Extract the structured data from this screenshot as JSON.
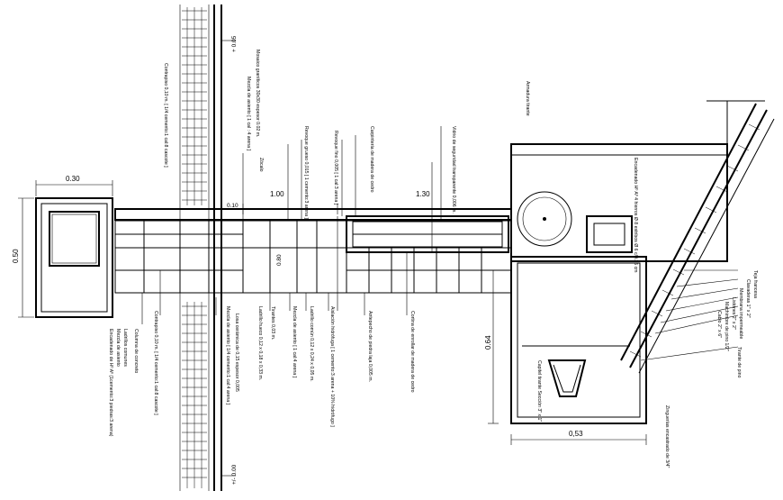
{
  "dimensions": {
    "d030": "0.30",
    "d050": "0.50",
    "d010": "0.10",
    "d100": "1.00",
    "d130": "1.30",
    "d064": "0.64",
    "d053": "0,53",
    "d080": "0.80"
  },
  "levels": {
    "top": "+ 0.05",
    "bottom": "+/- 0.00"
  },
  "notes_left": [
    "Columna de concreto",
    "Ladrillos comunes",
    "Mezcla de asiento",
    "Encadenado de Hº Aº (1cemento:3 piedras:3 arena)",
    "Contrapiso 0,10 m. [ 1/4 cemento:1 cal:8 cascote ]"
  ],
  "notes_wall": [
    "Mosaico graníticos 30x30 espesor 0.02 m.",
    "Mezcla de asiento [ 1 cal : 4 arena ]",
    "Contrapiso 0,10 m. [ 1/4 cemento:1 cal:8 cascote ]",
    "Zócalo",
    "Revoque grueso 0,015 [ 1 cemento:3 arena ]",
    "Revoque fino 0,005 [ 1 cal:3 arena ]",
    "Carpintería de madera de cedro",
    "Vidrio de seguridad transparente 0,006 m."
  ],
  "notes_bottom": [
    "Losa cerámica de 0,15 espesor 0,005",
    "Mezcla de asiento [ 1/4 cemento:1 cal:4 arena ]",
    "Ladrillo hueco 0,12 x 0,18 x 0,33 m.",
    "Tirantes 0,03 m.",
    "Mezcla de asiento [ 1 cal:4 arena ]",
    "Ladrillo común 0,12 x 0,24 x 0,05 m.",
    "Aislación hidrófuga [ 1 cemento:3 arena + 10% hidrófugo ]",
    "Antepecho de piedra laja 0,005 m.",
    "Cortina de enrollar de madera de cedro"
  ],
  "notes_right": [
    "Armadura tirante",
    "Encadenado Hº Aº 4 hierros Ø 8 estribos Ø 6 c/0.25 cm",
    "Teja francesa",
    "Clavaderas 1\" x 2\"",
    "Membrana impermeable",
    "Listones 2\" x 2\"",
    "Machimbre de pino 1/2\"",
    "Cabio 2\" x 6\"",
    "Tirante de pino",
    "Capitel tirante Sección 3\" x 1\"",
    "Zinguerías encastrado de 3/4\""
  ]
}
